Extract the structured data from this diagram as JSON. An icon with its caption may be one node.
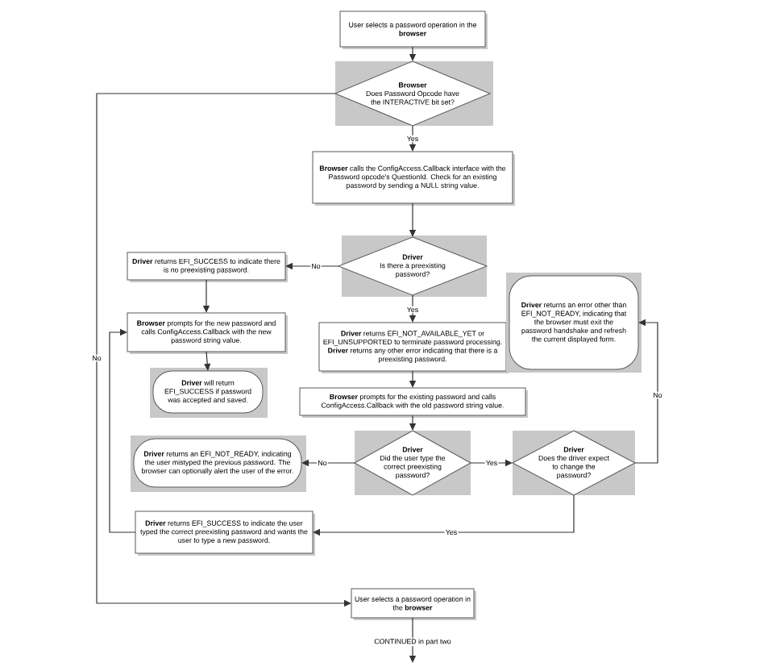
{
  "diagram": {
    "nodes": [
      {
        "text": [
          "User selects a password operation in the **browser**"
        ]
      },
      {
        "text": [
          "Browser",
          "Does Password Opcode have the INTERACTIVE bit set?"
        ]
      },
      {
        "text": [
          "**Browser** calls the ConfigAccess.Callback interface with the Password opcode's QuestionId. Check for an existing password by sending a NULL string value."
        ]
      },
      {
        "text": [
          "Driver",
          "Is there a preexisting password?"
        ]
      },
      {
        "text": [
          "**Driver** returns EFI_SUCCESS to indicate there is no preexisting password."
        ]
      },
      {
        "text": [
          "**Browser** prompts for the new password and calls ConfigAccess.Callback with the new password string value."
        ]
      },
      {
        "text": [
          "**Driver** will return EFI_SUCCESS if password was accepted and saved."
        ]
      },
      {
        "text": [
          "**Driver** returns EFI_NOT_AVAILABLE_YET or EFI_UNSUPPORTED to terminate password processing. **Driver** returns any other error indicating that there is a preexisting password."
        ]
      },
      {
        "text": [
          "**Browser** prompts for the existing password and calls ConfigAccess.Callback with the old password string value."
        ]
      },
      {
        "text": [
          "Driver",
          "Did the user type the correct preexisting password?"
        ]
      },
      {
        "text": [
          "Driver",
          "Does the driver expect to change the password?"
        ]
      },
      {
        "text": [
          "**Driver** returns an error other than EFI_NOT_READY, indicating that the browser must exit the password handshake and refresh the current displayed form."
        ]
      },
      {
        "text": [
          "**Driver** returns an EFI_NOT_READY, indicating the user mistyped the previous password. The browser can optionally alert the user of the error."
        ]
      },
      {
        "text": [
          "**Driver** returns EFI_SUCCESS to indicate the user typed the correct preexisting password and wants the user to type a new password."
        ]
      },
      {
        "text": [
          "User selects a password operation in the **browser**"
        ]
      }
    ],
    "edges": [
      {
        "from": 0,
        "to": 1,
        "arrow": "to"
      },
      {
        "from": 1,
        "to": 2,
        "arrow": "to",
        "label": "Yes"
      },
      {
        "from": 1,
        "to": 14,
        "arrow": "to",
        "label": "No"
      },
      {
        "from": 2,
        "to": 3,
        "arrow": "to"
      },
      {
        "from": 3,
        "to": 4,
        "arrow": "to",
        "label": "No"
      },
      {
        "from": 3,
        "to": 7,
        "arrow": "to",
        "label": "Yes"
      },
      {
        "from": 4,
        "to": 5,
        "arrow": "to"
      },
      {
        "from": 5,
        "to": 6,
        "arrow": "to"
      },
      {
        "from": 7,
        "to": 8,
        "arrow": "to"
      },
      {
        "from": 8,
        "to": 9,
        "arrow": "to"
      },
      {
        "from": 9,
        "to": 12,
        "arrow": "to",
        "label": "No"
      },
      {
        "from": 9,
        "to": 10,
        "arrow": "to",
        "label": "Yes"
      },
      {
        "from": 10,
        "to": 11,
        "arrow": "to",
        "label": "No"
      },
      {
        "from": 10,
        "to": 13,
        "arrow": "to",
        "label": "Yes"
      },
      {
        "from": 13,
        "to": 5,
        "arrow": "to"
      },
      {
        "from": 14,
        "to": null,
        "arrow": "to",
        "label": "CONTINUED in  part two"
      }
    ]
  }
}
